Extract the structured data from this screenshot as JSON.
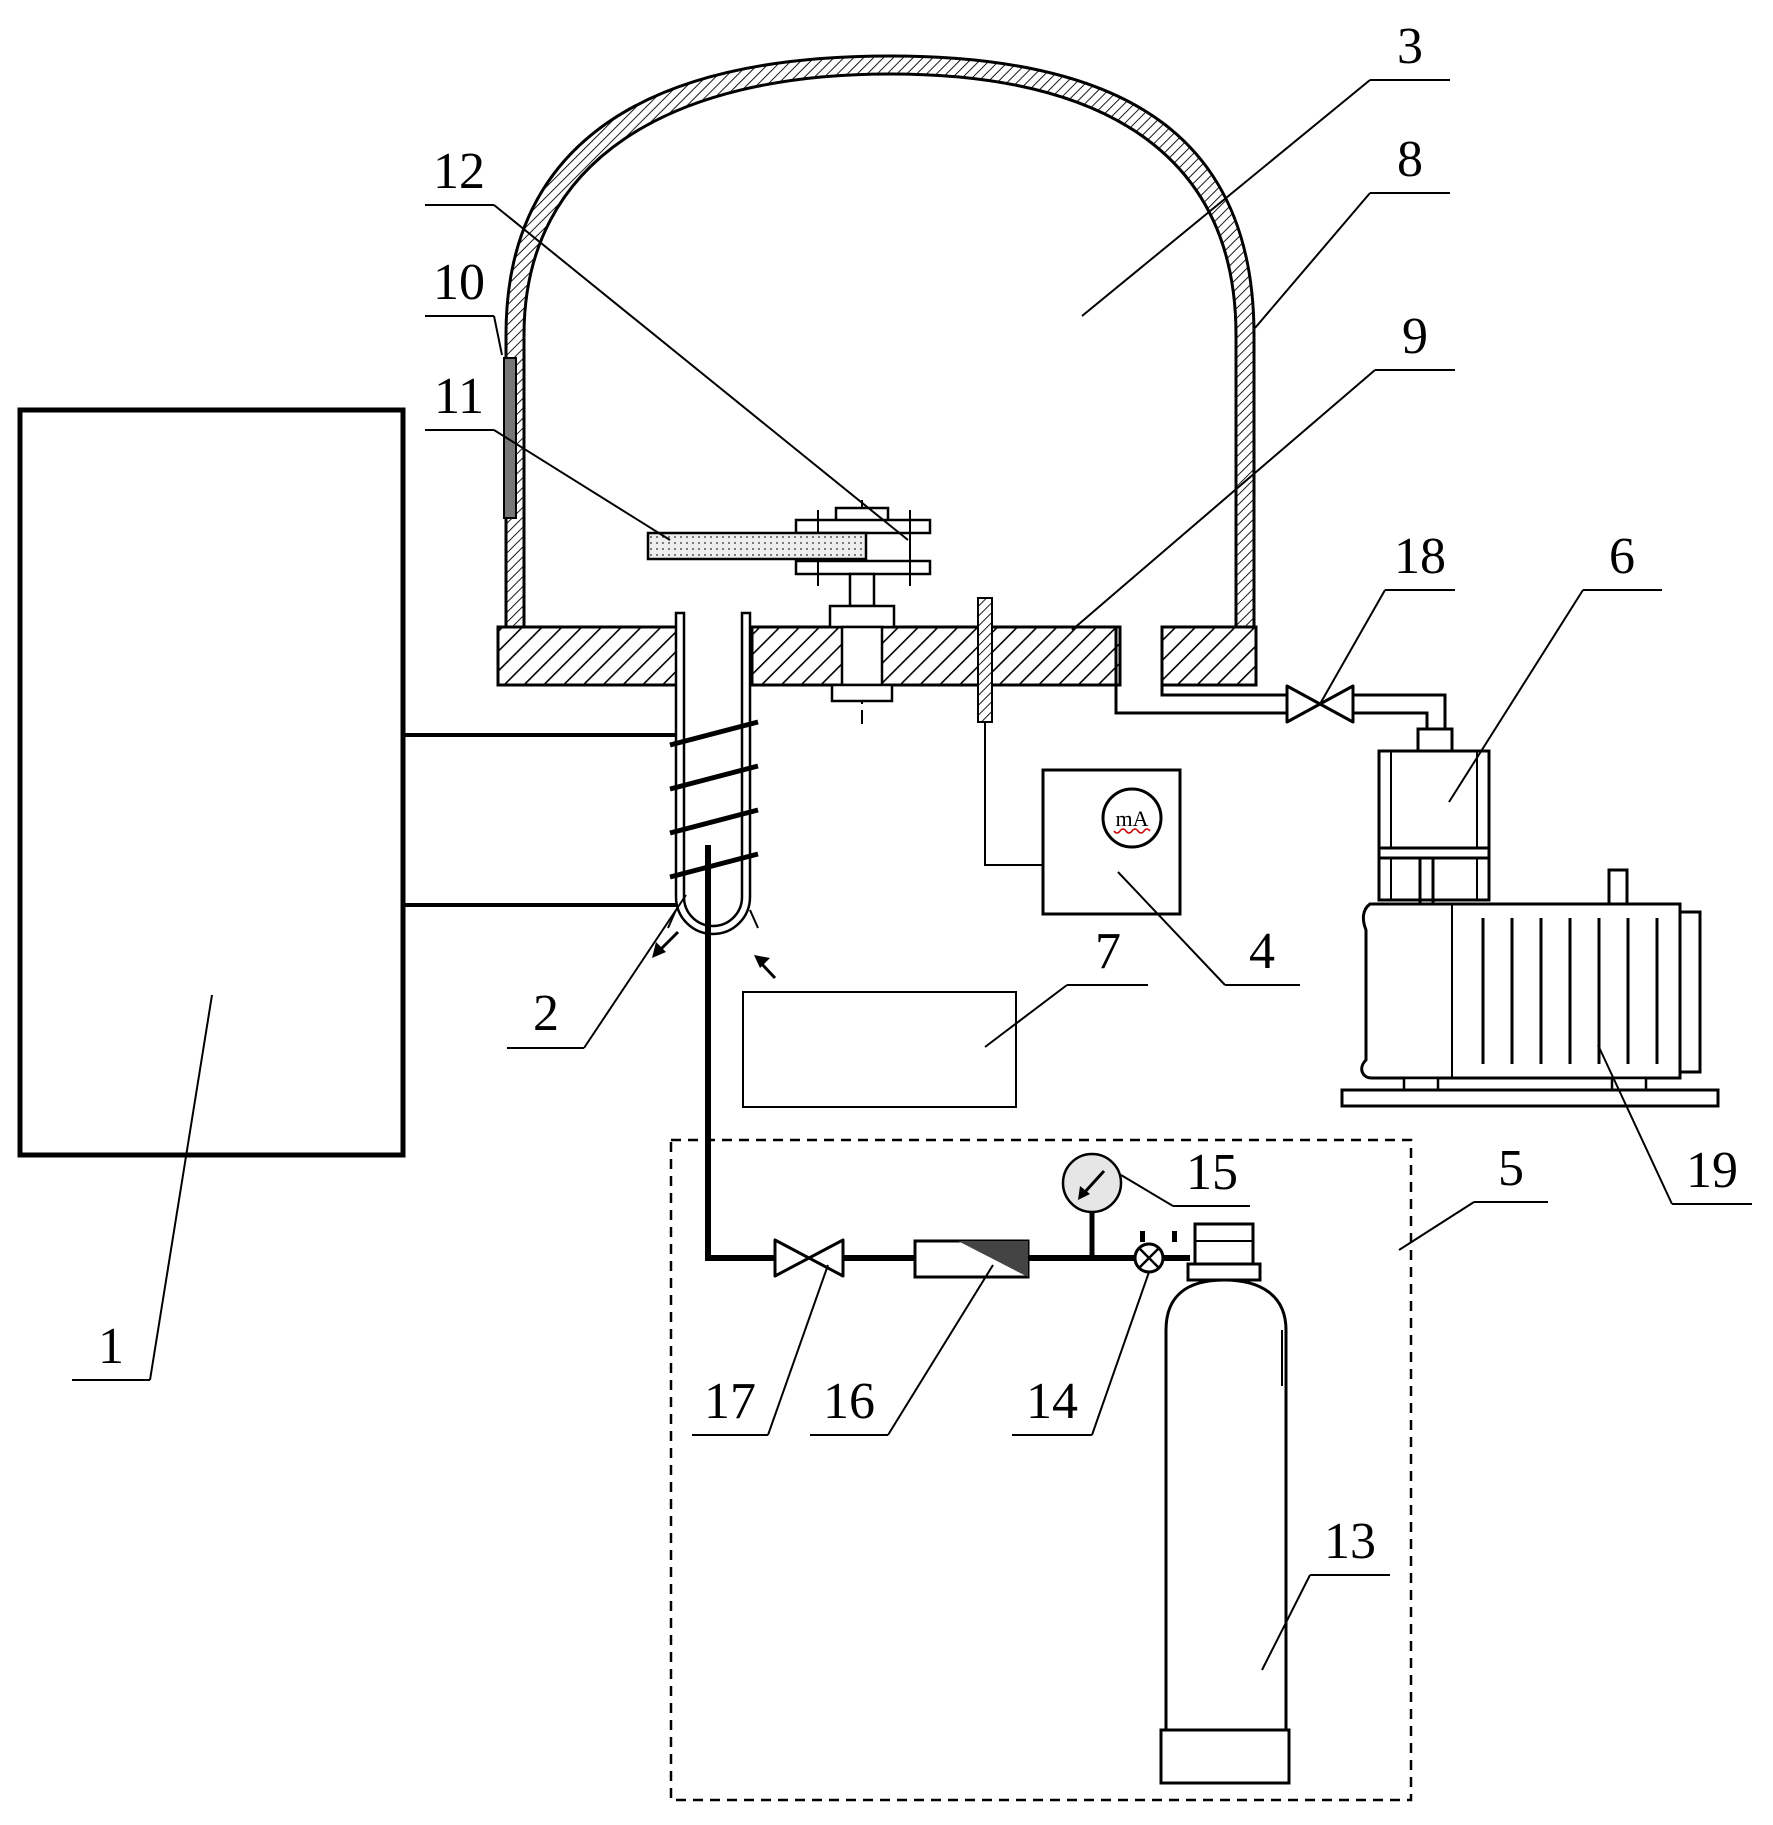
{
  "labels": {
    "n1": "1",
    "n2": "2",
    "n3": "3",
    "n4": "4",
    "n5": "5",
    "n6": "6",
    "n7": "7",
    "n8": "8",
    "n9": "9",
    "n10": "10",
    "n11": "11",
    "n12": "12",
    "n13": "13",
    "n14": "14",
    "n15": "15",
    "n16": "16",
    "n17": "17",
    "n18": "18",
    "n19": "19"
  },
  "meter_unit": "mA",
  "colors": {
    "stroke": "#000000",
    "background": "#ffffff",
    "gauge_face": "#e6e6e6",
    "specimen_fill": "#e8e8e8"
  }
}
